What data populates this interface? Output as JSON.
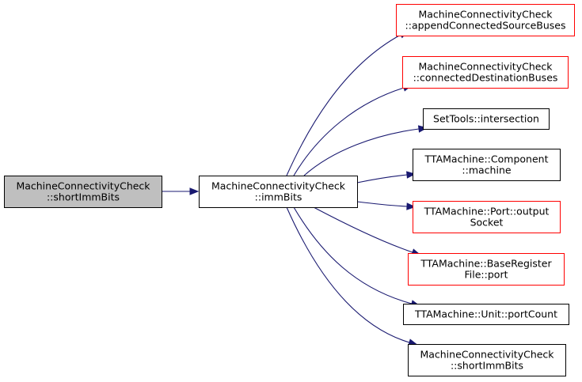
{
  "colors": {
    "edge": "#191970",
    "node_border_default": "#000000",
    "node_border_undocumented": "#ff0000",
    "node_fill_default": "#ffffff",
    "node_fill_selected": "#bfbfbf"
  },
  "graph": {
    "nodes": [
      {
        "id": "root",
        "lines": [
          "MachineConnectivityCheck",
          "::shortImmBits"
        ],
        "style": "selected"
      },
      {
        "id": "mid",
        "lines": [
          "MachineConnectivityCheck",
          "::immBits"
        ],
        "style": "default"
      },
      {
        "id": "n1",
        "lines": [
          "MachineConnectivityCheck",
          "::appendConnectedSourceBuses"
        ],
        "style": "undocumented"
      },
      {
        "id": "n2",
        "lines": [
          "MachineConnectivityCheck",
          "::connectedDestinationBuses"
        ],
        "style": "undocumented"
      },
      {
        "id": "n3",
        "lines": [
          "SetTools::intersection"
        ],
        "style": "default"
      },
      {
        "id": "n4",
        "lines": [
          "TTAMachine::Component",
          "::machine"
        ],
        "style": "default"
      },
      {
        "id": "n5",
        "lines": [
          "TTAMachine::Port::output",
          "Socket"
        ],
        "style": "undocumented"
      },
      {
        "id": "n6",
        "lines": [
          "TTAMachine::BaseRegister",
          "File::port"
        ],
        "style": "undocumented"
      },
      {
        "id": "n7",
        "lines": [
          "TTAMachine::Unit::portCount"
        ],
        "style": "default"
      },
      {
        "id": "n8",
        "lines": [
          "MachineConnectivityCheck",
          "::shortImmBits"
        ],
        "style": "default"
      }
    ],
    "edges": [
      {
        "from": "root",
        "to": "mid"
      },
      {
        "from": "mid",
        "to": "n1"
      },
      {
        "from": "mid",
        "to": "n2"
      },
      {
        "from": "mid",
        "to": "n3"
      },
      {
        "from": "mid",
        "to": "n4"
      },
      {
        "from": "mid",
        "to": "n5"
      },
      {
        "from": "mid",
        "to": "n6"
      },
      {
        "from": "mid",
        "to": "n7"
      },
      {
        "from": "mid",
        "to": "n8"
      }
    ]
  }
}
